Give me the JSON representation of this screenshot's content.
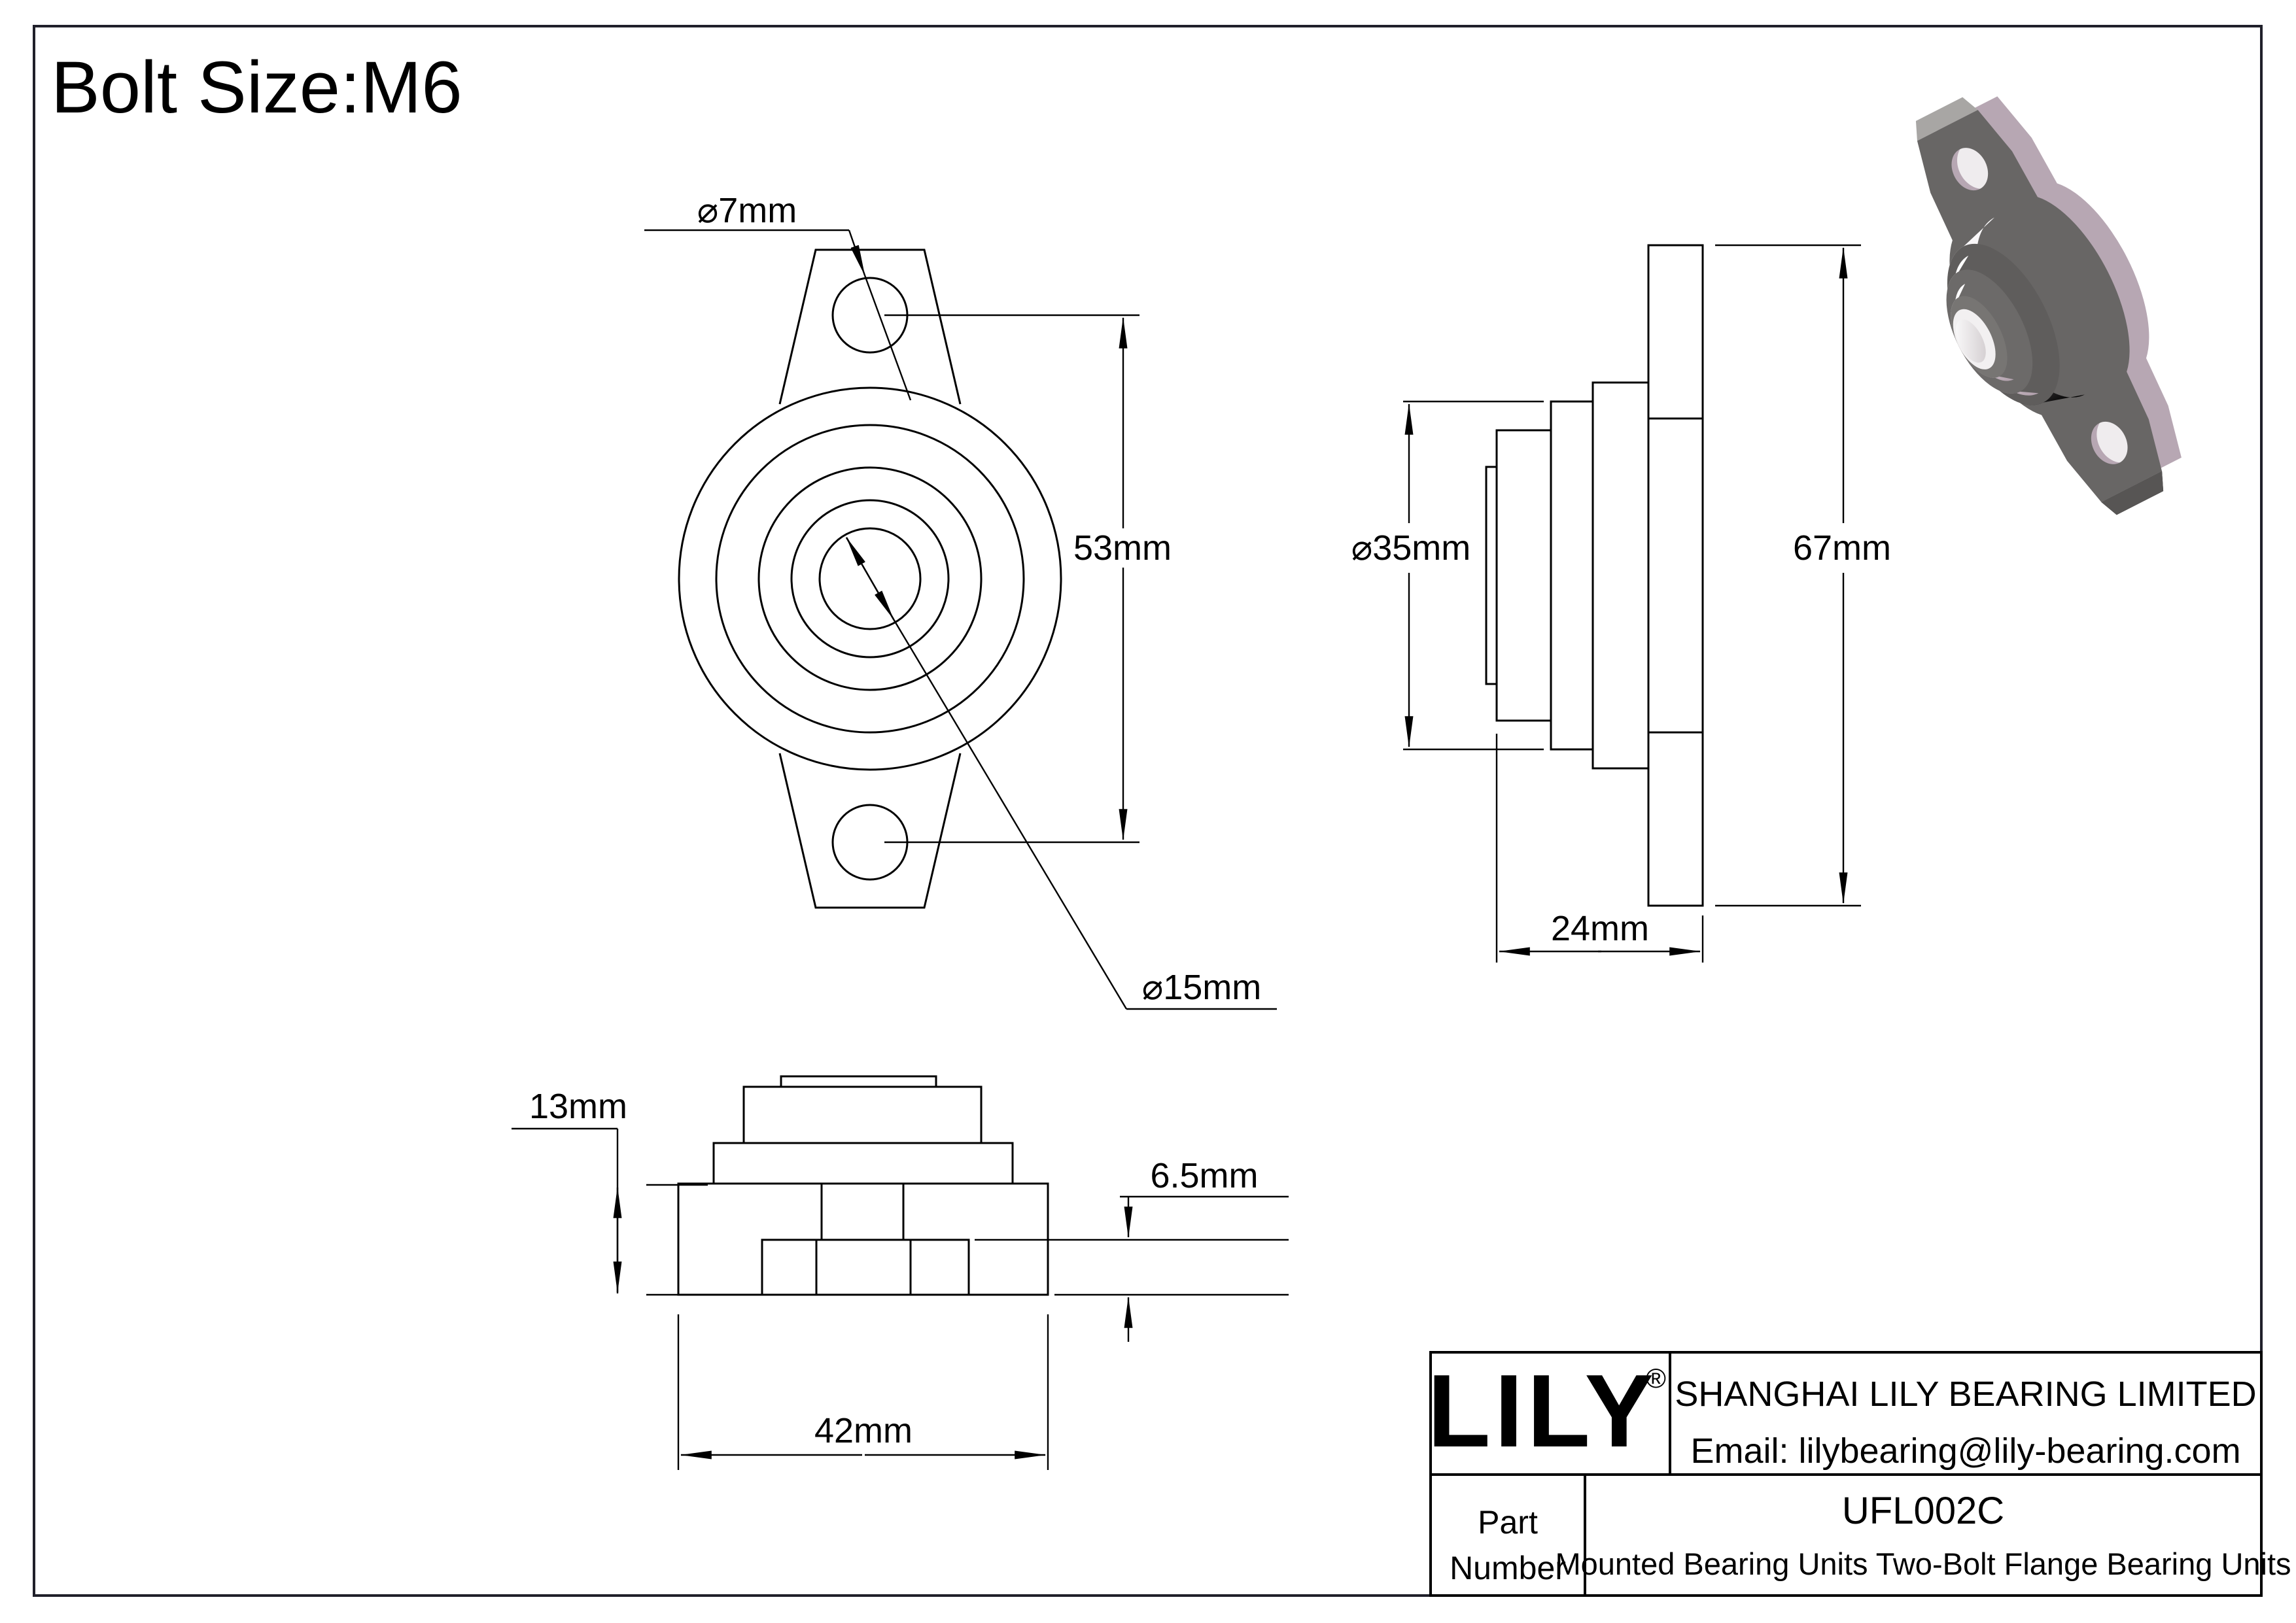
{
  "drawing": {
    "bolt_size_label": "Bolt Size:M6",
    "front_view": {
      "bolt_hole_dia": "⌀7mm",
      "bolt_spacing": "53mm",
      "bore_dia": "⌀15mm"
    },
    "side_view": {
      "collar_dia": "⌀35mm",
      "flange_height": "67mm",
      "unit_depth": "24mm"
    },
    "bottom_view": {
      "housing_height": "13mm",
      "flange_thickness": "6.5mm",
      "flange_width": "42mm"
    }
  },
  "title_block": {
    "logo_text": "LILY",
    "registered_mark": "®",
    "company_name": "SHANGHAI LILY BEARING LIMITED",
    "email_line": "Email: lilybearing@lily-bearing.com",
    "part_label_line1": "Part",
    "part_label_line2": "Number",
    "part_number": "UFL002C",
    "part_description": "Mounted Bearing Units Two-Bolt Flange Bearing Units"
  },
  "colors": {
    "line": "#000000",
    "frame": "#20202a",
    "metal_dark": "#686665",
    "metal_mid": "#8a8887",
    "metal_light": "#e9e6e8",
    "metal_pink": "#b7a7b3"
  }
}
